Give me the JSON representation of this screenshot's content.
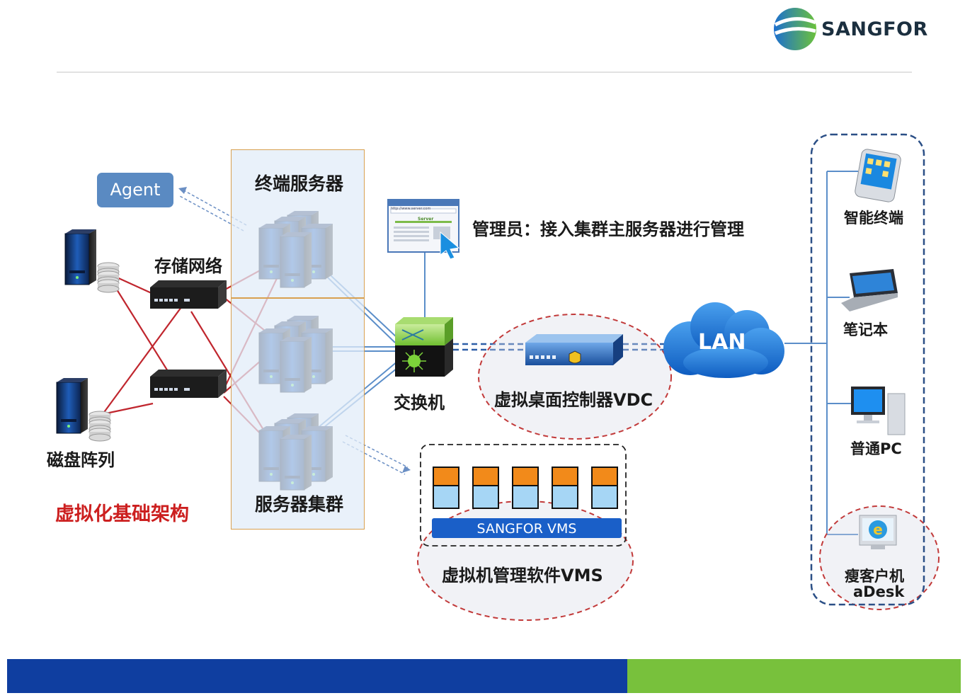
{
  "brand": {
    "name": "SANGFOR"
  },
  "labels": {
    "agent": "Agent",
    "terminal_server": "终端服务器",
    "storage_network": "存储网络",
    "disk_array": "磁盘阵列",
    "virtual_infra": "虚拟化基础架构",
    "server_cluster": "服务器集群",
    "admin": "管理员：接入集群主服务器进行管理",
    "switch": "交换机",
    "vdc": "虚拟桌面控制器VDC",
    "lan": "LAN",
    "vms_bar": "SANGFOR VMS",
    "vms": "虚拟机管理软件VMS",
    "smart_terminal": "智能终端",
    "laptop": "笔记本",
    "pc": "普通PC",
    "thin_client_1": "瘦客户机",
    "thin_client_2": "aDesk",
    "browser_url": "http://www.server.com",
    "browser_title": "Server"
  },
  "colors": {
    "brand_blue": "#0f3ea0",
    "brand_green": "#78c13c",
    "red_link": "#c0262e",
    "blue_link": "#5b8ec9",
    "accent_red": "#cc1f1f",
    "dashed_navy": "#2b4f86"
  }
}
